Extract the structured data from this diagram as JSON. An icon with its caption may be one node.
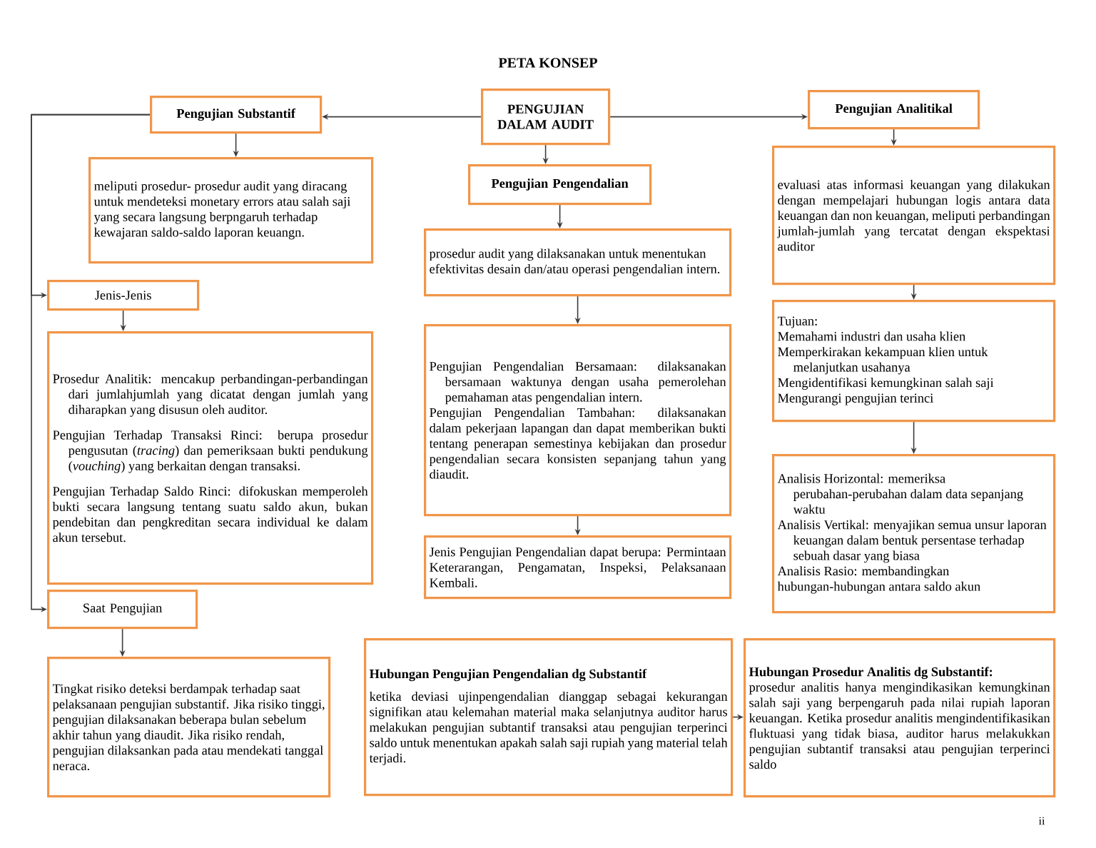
{
  "diagram": {
    "title": "PETA KONSEP",
    "nodes": [
      {
        "text": [
          "PENGUJIAN DALAM AUDIT"
        ]
      },
      {
        "text": [
          "Pengujian Substantif"
        ]
      },
      {
        "text": [
          "Pengujian Analitikal"
        ]
      },
      {
        "text": [
          "meliputi prosedur- prosedur audit yang diracang untuk mendeteksi monetary errors atau salah saji yang secara langsung berpngaruh terhadap kewajaran saldo-saldo laporan keuangn."
        ]
      },
      {
        "text": [
          "Jenis-Jenis"
        ]
      },
      {
        "text": [
          "Prosedur Analitik: mencakup perbandingan-perbandingan dari jumlahjumlah yang dicatat dengan jumlah yang diharapkan yang disusun oleh auditor.",
          "Pengujian Terhadap Transaksi Rinci: berupa prosedur pengusutan (*tracing*) dan pemeriksaan bukti pendukung (*vouching*) yang berkaitan dengan transaksi.",
          "Pengujian Terhadap Saldo Rinci: difokuskan memperoleh bukti secara langsung tentang suatu saldo akun, bukan pendebitan dan pengkreditan secara individual ke dalam akun tersebut."
        ]
      },
      {
        "text": [
          "Saat Pengujian"
        ]
      },
      {
        "text": [
          "Tingkat risiko deteksi berdampak terhadap saat pelaksanaan pengujian substantif. Jika risiko tinggi, pengujian dilaksanakan beberapa bulan sebelum akhir tahun yang diaudit. Jika risiko rendah, pengujian dilaksankan pada atau mendekati tanggal neraca."
        ]
      },
      {
        "text": [
          "Pengujian Pengendalian"
        ]
      },
      {
        "text": [
          "prosedur audit yang dilaksanakan untuk menentukan efektivitas desain dan/atau operasi pengendalian intern."
        ]
      },
      {
        "text": [
          "Pengujian Pengendalian Bersamaan: dilaksanakan bersamaan waktunya dengan usaha pemerolehan pemahaman atas pengendalian intern.",
          "Pengujian Pengendalian Tambahan: dilaksanakan dalam pekerjaan lapangan dan dapat memberikan bukti tentang penerapan semestinya kebijakan dan prosedur pengendalian secara konsisten sepanjang tahun yang diaudit."
        ]
      },
      {
        "text": [
          "Jenis Pengujian Pengendalian dapat berupa: Permintaan Keterarangan, Pengamatan, Inspeksi, Pelaksanaan Kembali."
        ]
      },
      {
        "text": [
          "Hubungan Pengujian Pengendalian dg Substantif",
          "ketika deviasi ujinpengendalian dianggap sebagai kekurangan signifikan atau kelemahan material maka selanjutnya auditor harus melakukan pengujian subtantif transaksi atau pengujian terperinci saldo untuk menentukan apakah salah saji rupiah yang material telah terjadi."
        ]
      },
      {
        "text": [
          "evaluasi atas informasi keuangan yang dilakukan dengan mempelajari hubungan logis antara data keuangan dan non keuangan, meliputi perbandingan jumlah-jumlah yang tercatat dengan ekspektasi auditor"
        ]
      },
      {
        "text": [
          "Tujuan:",
          "Memahami industri dan usaha klien",
          "Memperkirakan kekampuan klien untuk melanjutkan usahanya",
          "Mengidentifikasi kemungkinan salah saji",
          "Mengurangi pengujian terinci"
        ]
      },
      {
        "text": [
          "Analisis Horizontal: memeriksa perubahan-perubahan dalam data sepanjang waktu",
          "Analisis Vertikal: menyajikan semua unsur laporan keuangan dalam bentuk persentase terhadap sebuah dasar yang biasa",
          "Analisis Rasio: membandingkan hubungan-hubungan antara saldo akun"
        ]
      },
      {
        "text": [
          "Hubungan Prosedur Analitis dg Substantif:",
          "prosedur analitis hanya mengindikasikan kemungkinan salah saji yang berpengaruh pada nilai rupiah laporan keuangan. Ketika prosedur analitis mengindentifikasikan fluktuasi yang tidak biasa, auditor harus melakukkan pengujian subtantif transaksi atau pengujian terperinci saldo"
        ]
      }
    ],
    "edges": [
      {
        "from": 0,
        "to": 1,
        "arrow": "to"
      },
      {
        "from": 0,
        "to": 2,
        "arrow": "to"
      },
      {
        "from": 0,
        "to": 8,
        "arrow": "to"
      },
      {
        "from": 1,
        "to": 3,
        "arrow": "to"
      },
      {
        "from": 1,
        "to": 4,
        "arrow": "to"
      },
      {
        "from": 1,
        "to": 6,
        "arrow": "to"
      },
      {
        "from": 4,
        "to": 5,
        "arrow": "to"
      },
      {
        "from": 6,
        "to": 7,
        "arrow": "to"
      },
      {
        "from": 8,
        "to": 9,
        "arrow": "to"
      },
      {
        "from": 9,
        "to": 10,
        "arrow": "to"
      },
      {
        "from": 10,
        "to": 11,
        "arrow": "to"
      },
      {
        "from": 2,
        "to": 13,
        "arrow": "to"
      },
      {
        "from": 13,
        "to": 14,
        "arrow": "to"
      },
      {
        "from": 14,
        "to": 15,
        "arrow": "to"
      },
      {
        "from": 12,
        "to": 16,
        "arrow": "to"
      }
    ],
    "labels": [
      "ii"
    ]
  }
}
